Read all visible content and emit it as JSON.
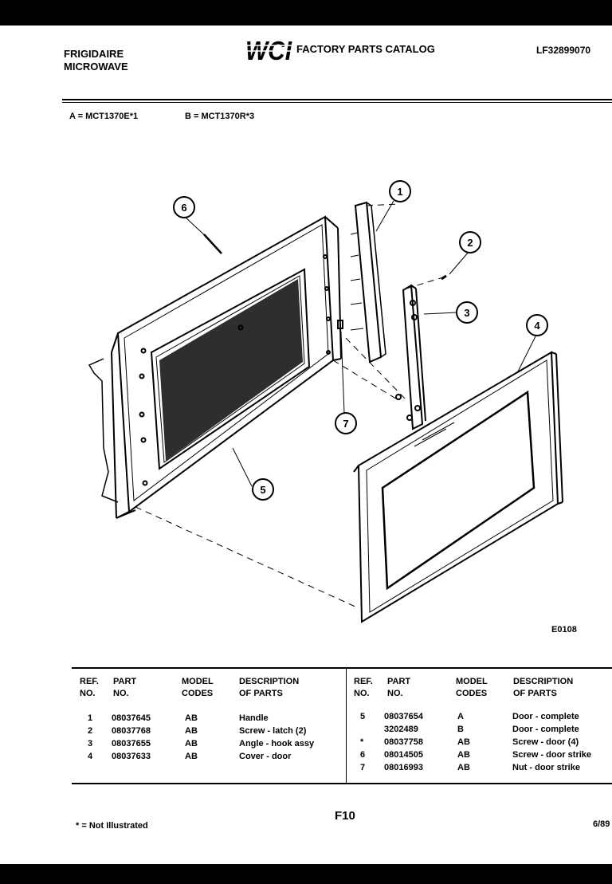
{
  "header": {
    "brand_line1": "FRIGIDAIRE",
    "brand_line2": "MICROWAVE",
    "logo_text": "WCI",
    "catalog_title": "FACTORY PARTS CATALOG",
    "catalog_number": "LF32899070"
  },
  "models": {
    "a": "A = MCT1370E*1",
    "b": "B = MCT1370R*3"
  },
  "diagram": {
    "callouts": [
      "1",
      "2",
      "3",
      "4",
      "5",
      "6",
      "7"
    ],
    "code": "E0108"
  },
  "table": {
    "headers": {
      "ref_1": "REF.",
      "ref_2": "NO.",
      "part_1": "PART",
      "part_2": "NO.",
      "model_1": "MODEL",
      "model_2": "CODES",
      "desc_1": "DESCRIPTION",
      "desc_2": "OF PARTS"
    },
    "left_rows": [
      {
        "ref": "1",
        "part": "08037645",
        "codes": "AB",
        "desc": "Handle"
      },
      {
        "ref": "2",
        "part": "08037768",
        "codes": "AB",
        "desc": "Screw - latch (2)"
      },
      {
        "ref": "3",
        "part": "08037655",
        "codes": "AB",
        "desc": "Angle - hook assy"
      },
      {
        "ref": "4",
        "part": "08037633",
        "codes": "AB",
        "desc": "Cover - door"
      }
    ],
    "right_rows": [
      {
        "ref": "5",
        "part": "08037654",
        "codes": "A",
        "desc": "Door - complete"
      },
      {
        "ref": "",
        "part": "3202489",
        "codes": "B",
        "desc": "Door - complete"
      },
      {
        "ref": "*",
        "part": "08037758",
        "codes": "AB",
        "desc": "Screw - door (4)"
      },
      {
        "ref": "6",
        "part": "08014505",
        "codes": "AB",
        "desc": "Screw - door strike"
      },
      {
        "ref": "7",
        "part": "08016993",
        "codes": "AB",
        "desc": "Nut - door strike"
      }
    ]
  },
  "footer": {
    "page": "F10",
    "note": "* = Not Illustrated",
    "date": "6/89"
  }
}
